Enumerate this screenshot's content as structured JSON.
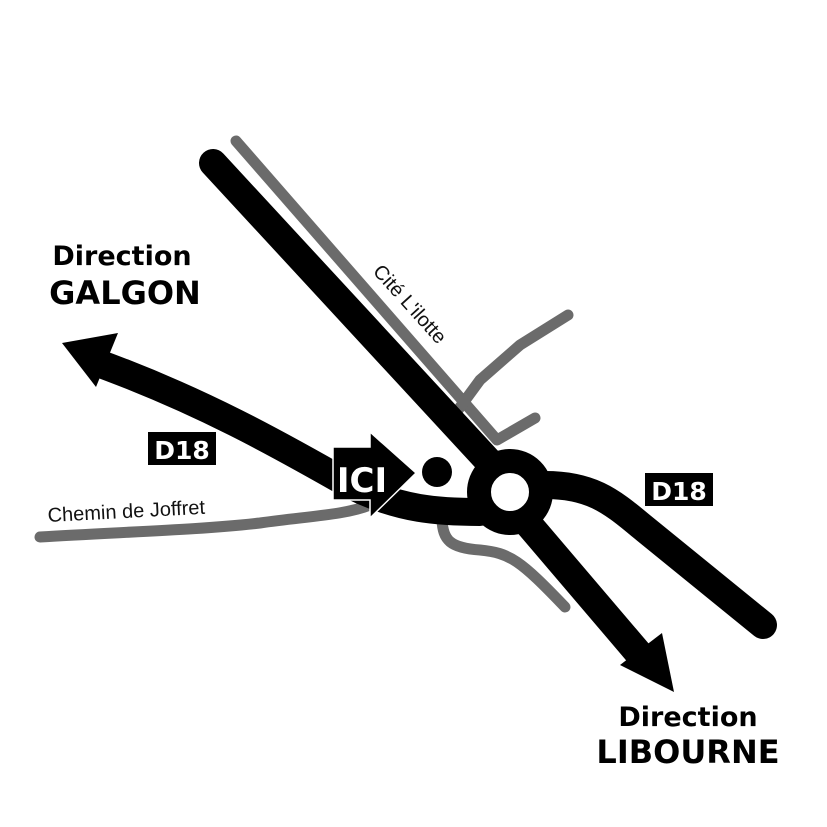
{
  "colors": {
    "major_road": "#000000",
    "minor_road": "#6b6b6b",
    "background": "#ffffff"
  },
  "directions": [
    {
      "line1": "Direction",
      "line2": "GALGON"
    },
    {
      "line1": "Direction",
      "line2": "LIBOURNE"
    }
  ],
  "road_labels": [
    "D18",
    "D18"
  ],
  "streets": {
    "cite": "Cité L'ilotte",
    "chemin": "Chemin de Joffret"
  },
  "marker": {
    "label": "ICI"
  }
}
